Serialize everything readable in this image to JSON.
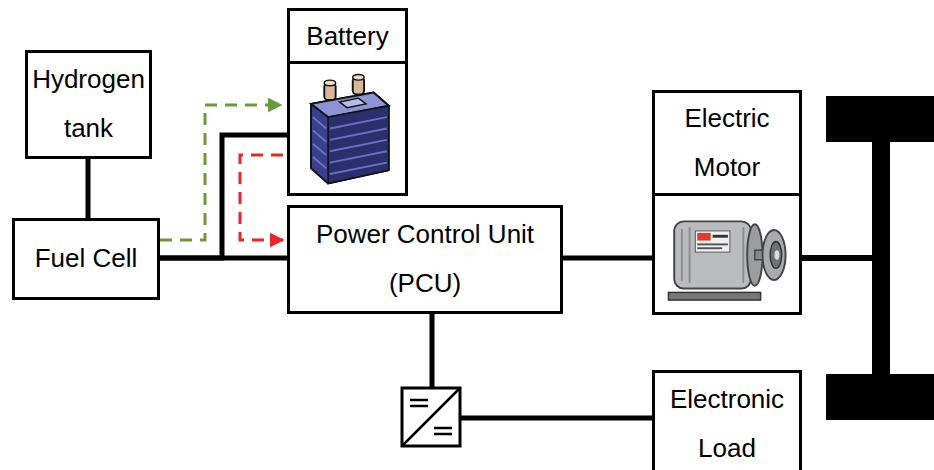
{
  "diagram": {
    "nodes": [
      {
        "text": [
          "Hydrogen tank"
        ]
      },
      {
        "text": [
          "Fuel Cell"
        ]
      },
      {
        "text": [
          "Battery"
        ]
      },
      {
        "text": [
          "Power Control Unit (PCU)"
        ]
      },
      {
        "text": [
          "Electric Motor"
        ]
      },
      {
        "text": [
          "Electronic Load"
        ]
      }
    ],
    "edges": [
      {
        "from": 0,
        "to": 1,
        "arrow": "none"
      },
      {
        "from": 1,
        "to": 3,
        "arrow": "none"
      },
      {
        "from": 1,
        "to": 2,
        "arrow": "none"
      },
      {
        "from": 1,
        "to": 2,
        "arrow": "to"
      },
      {
        "from": 2,
        "to": 3,
        "arrow": "to"
      },
      {
        "from": 3,
        "to": 4,
        "arrow": "none"
      },
      {
        "from": 3,
        "to": 5,
        "arrow": "none"
      }
    ]
  }
}
